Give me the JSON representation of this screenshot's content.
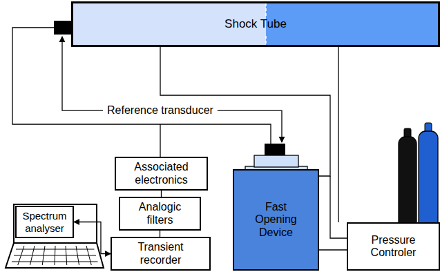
{
  "diagram": {
    "nodes": [
      {
        "text": [
          "Shock Tube"
        ]
      },
      {
        "text": [
          "Associated electronics"
        ]
      },
      {
        "text": [
          "Analogic filters"
        ]
      },
      {
        "text": [
          "Transient recorder"
        ]
      },
      {
        "text": [
          "Spectrum analyser"
        ]
      },
      {
        "text": [
          "Fast Opening Device"
        ]
      },
      {
        "text": [
          "Pressure Controler"
        ]
      }
    ],
    "edges": [
      {
        "from": 1,
        "to": 2,
        "arrow": "none"
      },
      {
        "from": 2,
        "to": 3,
        "arrow": "none"
      },
      {
        "from": 4,
        "to": 3,
        "arrow": "both"
      },
      {
        "from": 0,
        "to": 5,
        "arrow": "none"
      },
      {
        "from": 0,
        "to": 6,
        "arrow": "none"
      },
      {
        "from": 5,
        "to": 6,
        "arrow": "none"
      }
    ],
    "labels": [
      "Reference transducer"
    ]
  }
}
